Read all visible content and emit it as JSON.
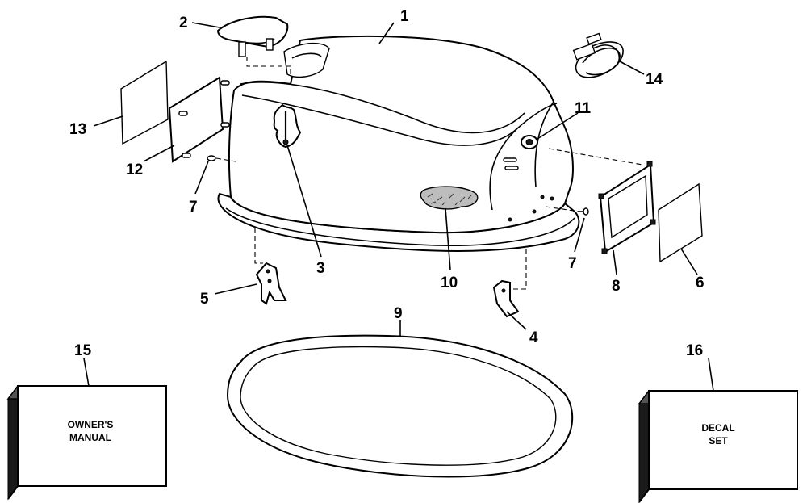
{
  "callouts": {
    "c1": "1",
    "c2": "2",
    "c3": "3",
    "c4": "4",
    "c5": "5",
    "c6": "6",
    "c7a": "7",
    "c7b": "7",
    "c8": "8",
    "c9": "9",
    "c10": "10",
    "c11": "11",
    "c12": "12",
    "c13": "13",
    "c14": "14",
    "c15": "15",
    "c16": "16"
  },
  "boxes": {
    "owners_manual": {
      "line1": "OWNER'S",
      "line2": "MANUAL"
    },
    "decal_set": {
      "line1": "DECAL",
      "line2": "SET"
    }
  }
}
